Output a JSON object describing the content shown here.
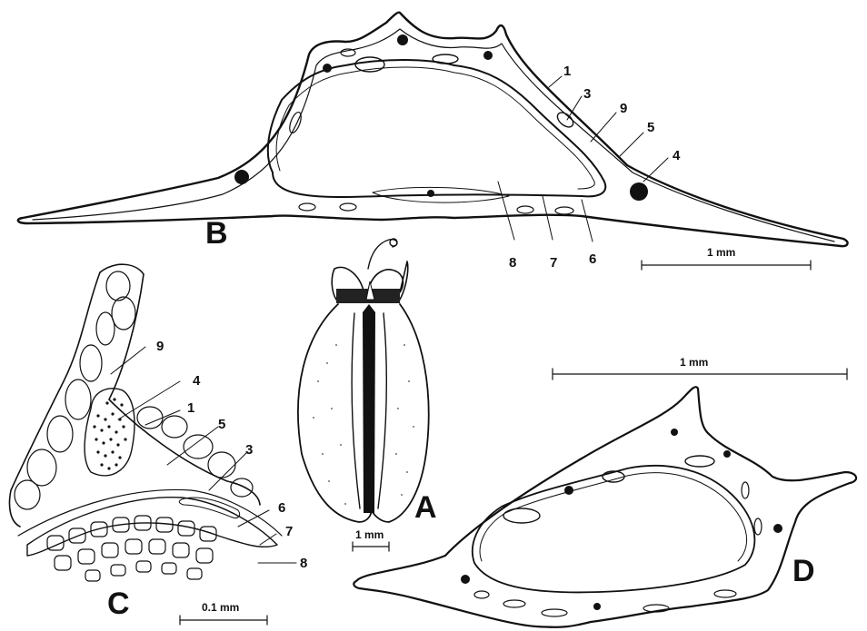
{
  "panels": {
    "A": "A",
    "B": "B",
    "C": "C",
    "D": "D"
  },
  "panel_B": {
    "labels": [
      "1",
      "3",
      "9",
      "5",
      "4",
      "8",
      "7",
      "6"
    ],
    "scale_bar": "1 mm"
  },
  "panel_C": {
    "labels": [
      "9",
      "4",
      "1",
      "5",
      "3",
      "6",
      "7",
      "8"
    ],
    "scale_bar": "0.1 mm"
  },
  "panel_A": {
    "scale_bar": "1 mm"
  },
  "panel_D": {
    "scale_bar": "1 mm"
  }
}
